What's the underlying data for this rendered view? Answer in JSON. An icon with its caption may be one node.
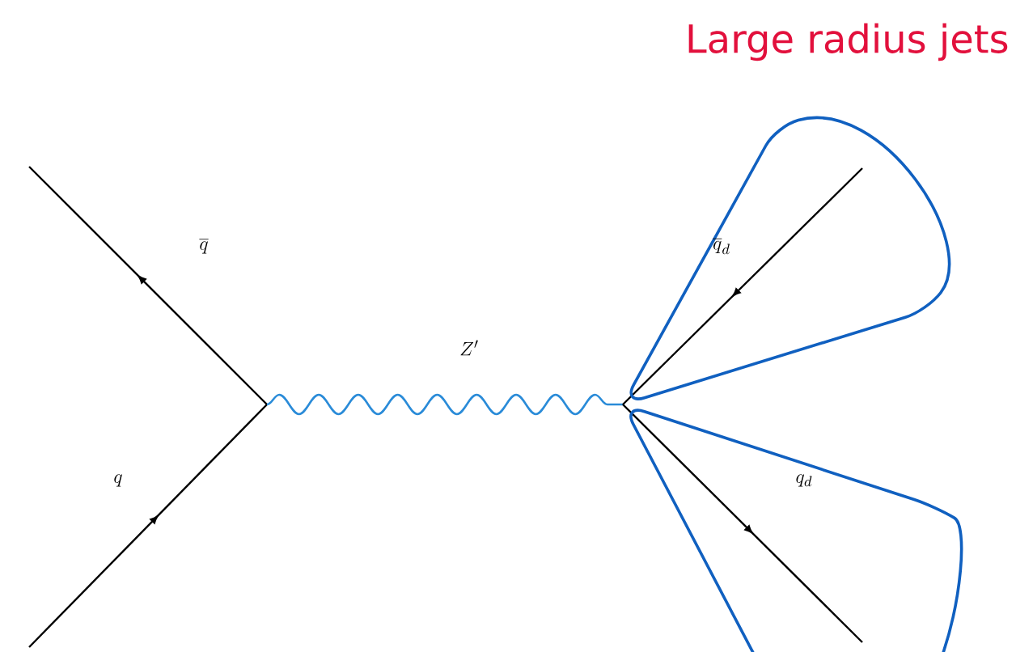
{
  "diagram": {
    "title": "Large radius jets",
    "labels": [
      "\\overline{q}",
      "\\overline{q}_d",
      "Z'",
      "q",
      "q_d"
    ]
  }
}
